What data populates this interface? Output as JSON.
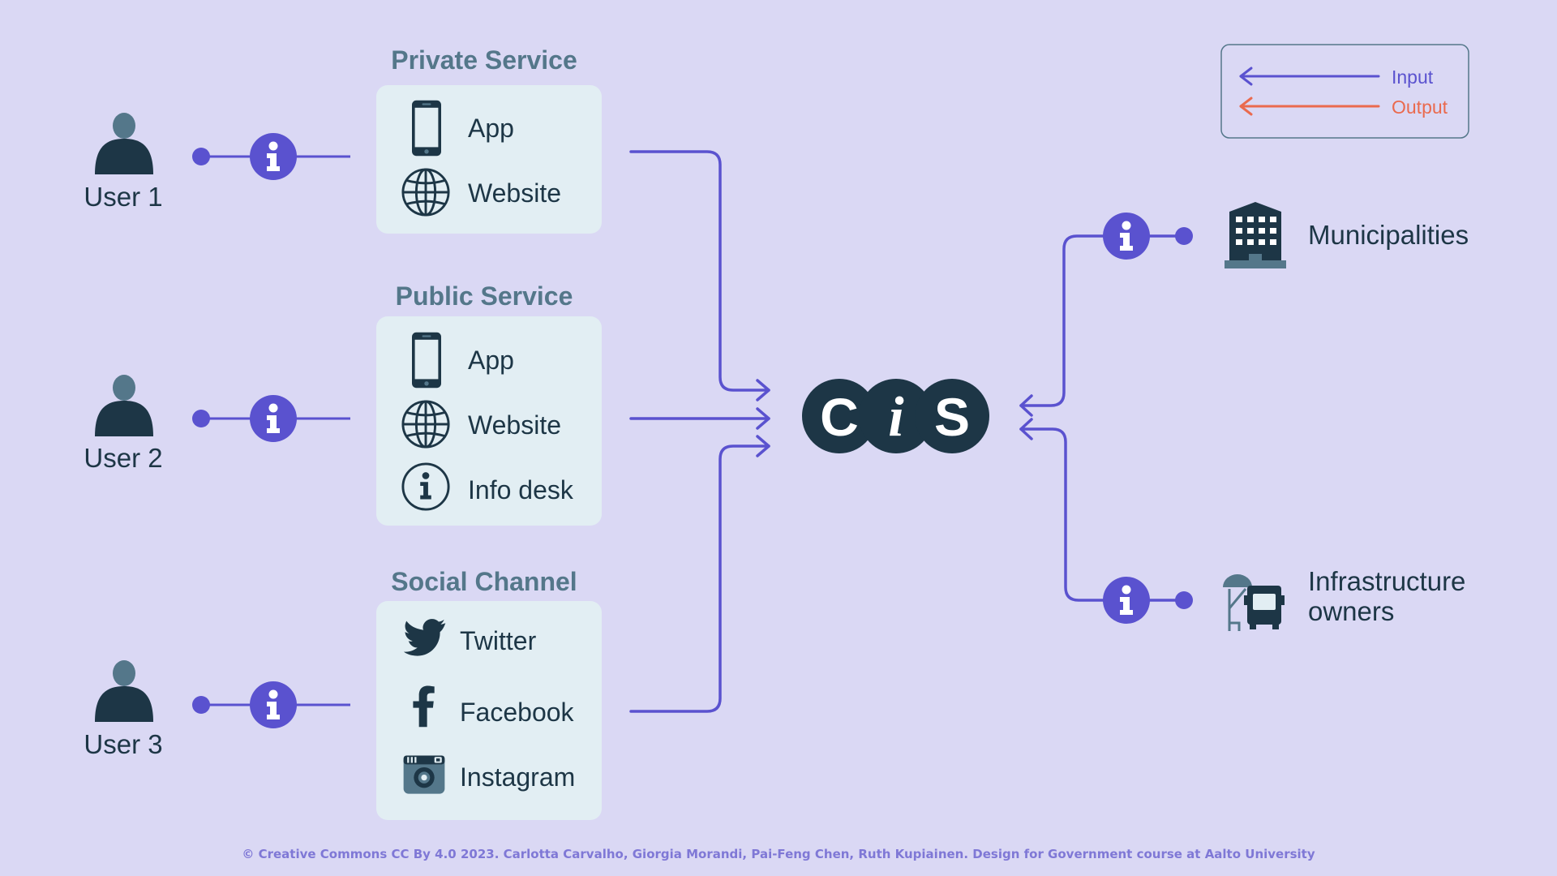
{
  "colors": {
    "background": "#dad8f4",
    "input": "#5a52cf",
    "output": "#ea6a4e",
    "dark": "#1d3646",
    "muted": "#54778a",
    "card": "#e2eef3"
  },
  "users": [
    {
      "label": "User 1"
    },
    {
      "label": "User 2"
    },
    {
      "label": "User 3"
    }
  ],
  "groups": [
    {
      "title": "Private Service",
      "items": [
        {
          "icon": "phone-icon",
          "label": "App"
        },
        {
          "icon": "globe-icon",
          "label": "Website"
        }
      ]
    },
    {
      "title": "Public Service",
      "items": [
        {
          "icon": "phone-icon",
          "label": "App"
        },
        {
          "icon": "globe-icon",
          "label": "Website"
        },
        {
          "icon": "info-circle-icon",
          "label": "Info desk"
        }
      ]
    },
    {
      "title": "Social Channel",
      "items": [
        {
          "icon": "twitter-icon",
          "label": "Twitter"
        },
        {
          "icon": "facebook-icon",
          "label": "Facebook"
        },
        {
          "icon": "instagram-icon",
          "label": "Instagram"
        }
      ]
    }
  ],
  "logo": {
    "letters": [
      "C",
      "i",
      "S"
    ]
  },
  "destinations": [
    {
      "icon": "building-icon",
      "lines": [
        "Municipalities"
      ]
    },
    {
      "icon": "bus-stop-icon",
      "lines": [
        "Infrastructure",
        "owners"
      ]
    }
  ],
  "legend": {
    "input_label": "Input",
    "output_label": "Output"
  },
  "footer": "© Creative Commons CC By 4.0 2023. Carlotta Carvalho, Giorgia Morandi, Pai-Feng Chen, Ruth Kupiainen. Design for Government course at Aalto University"
}
